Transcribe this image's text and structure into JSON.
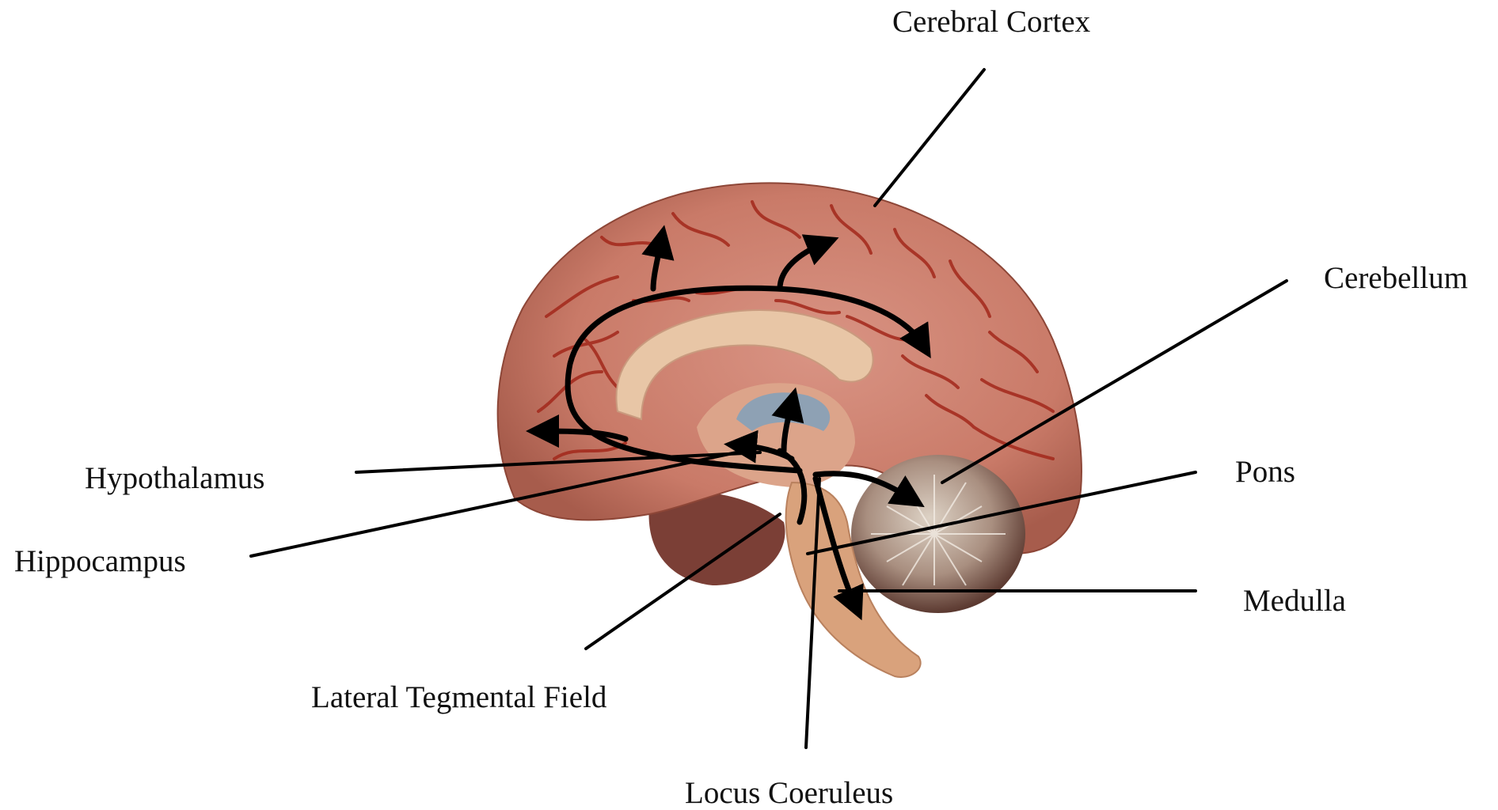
{
  "labels": {
    "cerebral_cortex": "Cerebral Cortex",
    "cerebellum": "Cerebellum",
    "pons": "Pons",
    "medulla": "Medulla",
    "hypothalamus": "Hypothalamus",
    "hippocampus": "Hippocampus",
    "lateral_tegmental_field": "Lateral Tegmental Field",
    "locus_coeruleus": "Locus Coeruleus"
  },
  "colors": {
    "background": "#ffffff",
    "cortex": "#c97a68",
    "cortex_vessels": "#a3281b",
    "inner_tissue": "#dca48a",
    "corpus_callosum": "#e8c6a6",
    "ventricle": "#8ea1b4",
    "cerebellum_white": "#cfc1b2",
    "cerebellum_dark": "#6f4a40",
    "brainstem": "#d9a27c",
    "pathway_arrows": "#000000",
    "leader_lines": "#000000",
    "text": "#111111"
  }
}
